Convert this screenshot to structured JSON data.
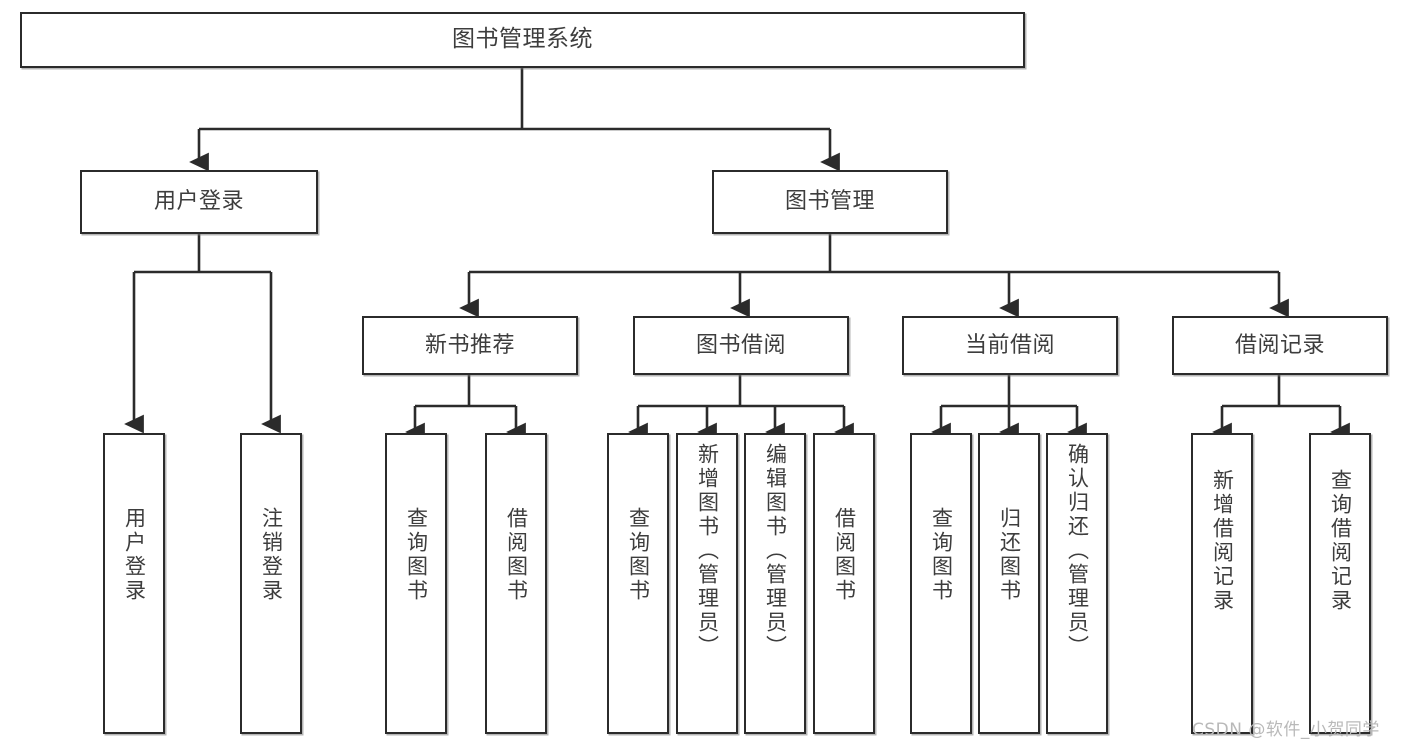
{
  "diagram": {
    "title": "图书管理系统",
    "type": "tree",
    "root": {
      "id": "root",
      "label": "图书管理系统"
    },
    "level2": [
      {
        "id": "user-login",
        "label": "用户登录"
      },
      {
        "id": "book-manage",
        "label": "图书管理"
      }
    ],
    "level3": [
      {
        "id": "new-book-recommend",
        "label": "新书推荐",
        "parent": "book-manage"
      },
      {
        "id": "book-borrow",
        "label": "图书借阅",
        "parent": "book-manage"
      },
      {
        "id": "current-borrow",
        "label": "当前借阅",
        "parent": "book-manage"
      },
      {
        "id": "borrow-record",
        "label": "借阅记录",
        "parent": "book-manage"
      }
    ],
    "leaves": [
      {
        "id": "leaf-user-login",
        "label": "用户登录",
        "parent": "user-login"
      },
      {
        "id": "leaf-logout-login",
        "label": "注销登录",
        "parent": "user-login"
      },
      {
        "id": "leaf-query-book-1",
        "label": "查询图书",
        "parent": "new-book-recommend"
      },
      {
        "id": "leaf-borrow-book-1",
        "label": "借阅图书",
        "parent": "new-book-recommend"
      },
      {
        "id": "leaf-query-book-2",
        "label": "查询图书",
        "parent": "book-borrow"
      },
      {
        "id": "leaf-add-book",
        "label": "新增图书（管理员）",
        "parent": "book-borrow"
      },
      {
        "id": "leaf-edit-book",
        "label": "编辑图书（管理员）",
        "parent": "book-borrow"
      },
      {
        "id": "leaf-borrow-book-2",
        "label": "借阅图书",
        "parent": "book-borrow"
      },
      {
        "id": "leaf-query-book-3",
        "label": "查询图书",
        "parent": "current-borrow"
      },
      {
        "id": "leaf-return-book",
        "label": "归还图书",
        "parent": "current-borrow"
      },
      {
        "id": "leaf-confirm-return",
        "label": "确认归还（管理员）",
        "parent": "current-borrow"
      },
      {
        "id": "leaf-add-record",
        "label": "新增借阅记录",
        "parent": "borrow-record"
      },
      {
        "id": "leaf-query-record",
        "label": "查询借阅记录",
        "parent": "borrow-record"
      }
    ],
    "watermark": "CSDN @软件_小贺同学",
    "colors": {
      "stroke": "#2b2b2b",
      "text": "#3d3d3d",
      "background": "#ffffff",
      "watermark": "#b9b9b9"
    }
  }
}
